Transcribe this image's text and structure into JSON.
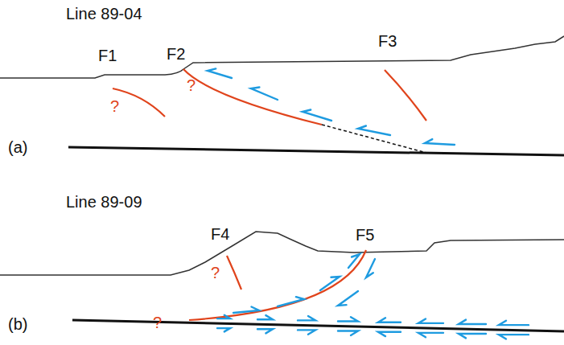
{
  "diagram": {
    "labels": [
      "Line 89-04",
      "F1",
      "F2",
      "F3",
      "?",
      "?",
      "(a)",
      "Line 89-09",
      "F4",
      "F5",
      "?",
      "?",
      "(b)"
    ]
  }
}
